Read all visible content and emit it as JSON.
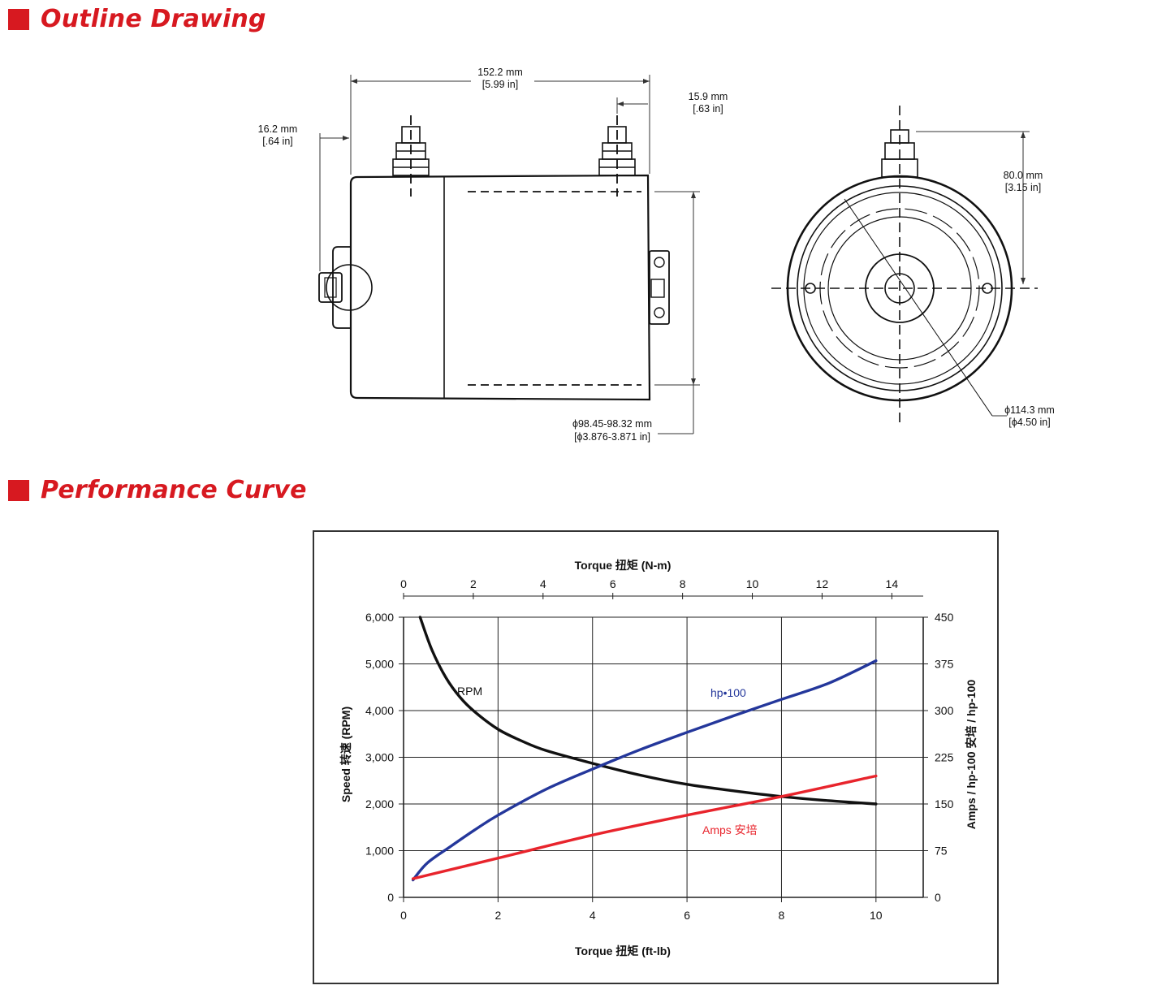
{
  "sections": {
    "outline_title": "Outline Drawing",
    "performance_title": "Performance Curve"
  },
  "colors": {
    "brand_red": "#d71920",
    "rpm": "#111111",
    "hp": "#24379b",
    "amps": "#e8242c"
  },
  "drawing": {
    "dims": {
      "length_mm": "152.2 mm",
      "length_in": "[5.99 in]",
      "offset_right_mm": "15.9 mm",
      "offset_right_in": "[.63 in]",
      "offset_left_mm": "16.2 mm",
      "offset_left_in": "[.64 in]",
      "body_dia_mm": "ϕ98.45-98.32 mm",
      "body_dia_in": "[ϕ3.876-3.871 in]",
      "height_mm": "80.0 mm",
      "height_in": "[3.15 in]",
      "outer_dia_mm": "ϕ114.3 mm",
      "outer_dia_in": "[ϕ4.50 in]"
    }
  },
  "chart_data": {
    "type": "line",
    "x_bottom": {
      "label": "Torque 扭矩 (ft-lb)",
      "ticks": [
        0,
        2,
        4,
        6,
        8,
        10
      ],
      "range": [
        0,
        11
      ]
    },
    "x_top": {
      "label": "Torque 扭矩 (N-m)",
      "ticks": [
        0,
        2,
        4,
        6,
        8,
        10,
        12,
        14
      ],
      "range": [
        0,
        14.9
      ]
    },
    "y_left": {
      "label": "Speed 转速 (RPM)",
      "ticks": [
        "0",
        "1,000",
        "2,000",
        "3,000",
        "4,000",
        "5,000",
        "6,000"
      ],
      "range": [
        0,
        6000
      ]
    },
    "y_right": {
      "label": "Amps / hp-100 安培 / hp-100",
      "ticks": [
        "0",
        "75",
        "150",
        "225",
        "300",
        "375",
        "450"
      ],
      "range": [
        0,
        450
      ]
    },
    "grid": true,
    "series": [
      {
        "name": "RPM",
        "axis": "left",
        "color": "#111111",
        "x": [
          0.35,
          0.6,
          0.9,
          1.2,
          1.5,
          2.0,
          2.5,
          3.0,
          4.0,
          5.0,
          6.0,
          7.0,
          8.0,
          9.0,
          10.0
        ],
        "y": [
          6000,
          5300,
          4700,
          4280,
          3980,
          3600,
          3350,
          3150,
          2870,
          2620,
          2420,
          2280,
          2160,
          2070,
          2000
        ]
      },
      {
        "name": "hp•100",
        "axis": "right",
        "color": "#24379b",
        "x": [
          0.2,
          0.5,
          1.0,
          1.5,
          2.0,
          3.0,
          4.0,
          5.0,
          6.0,
          7.0,
          8.0,
          9.0,
          10.0
        ],
        "y": [
          28,
          55,
          82,
          108,
          132,
          173,
          206,
          237,
          265,
          292,
          318,
          344,
          380
        ]
      },
      {
        "name": "Amps 安培",
        "axis": "right",
        "color": "#e8242c",
        "x": [
          0.2,
          2.0,
          4.0,
          6.0,
          8.0,
          10.0
        ],
        "y": [
          30,
          63,
          100,
          132,
          162,
          195
        ]
      }
    ],
    "labels": {
      "rpm": "RPM",
      "hp": "hp•100",
      "amps": "Amps 安培"
    }
  }
}
